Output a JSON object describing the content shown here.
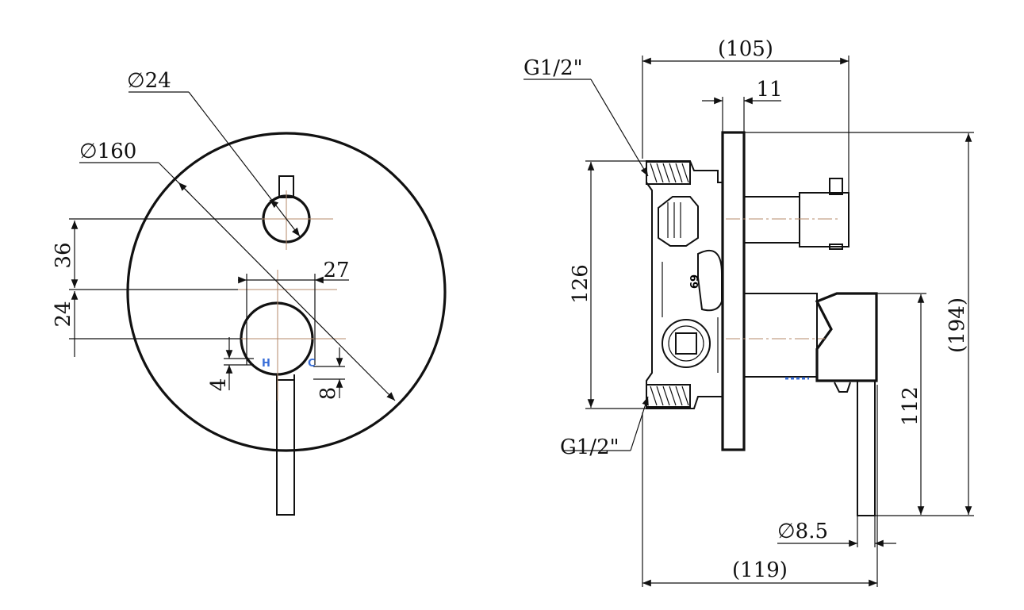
{
  "front_view": {
    "plate_diameter": "∅160",
    "diverter_diameter": "∅24",
    "dim_36": "36",
    "dim_24": "24",
    "dim_27": "27",
    "dim_4": "4",
    "dim_8": "8",
    "hot_label": "H",
    "cold_label": "C"
  },
  "side_view": {
    "depth_top": "(105)",
    "depth_bottom": "(119)",
    "plate_thickness": "11",
    "thread_top": "G1/2\"",
    "thread_bottom": "G1/2\"",
    "body_height": "126",
    "overall_height": "(194)",
    "lever_length": "112",
    "lever_diameter": "∅8.5",
    "body_mark": "69"
  },
  "colors": {
    "line": "#111111",
    "centerline": "#b58a6a",
    "hot_cold_marker": "#3a6fd8"
  }
}
